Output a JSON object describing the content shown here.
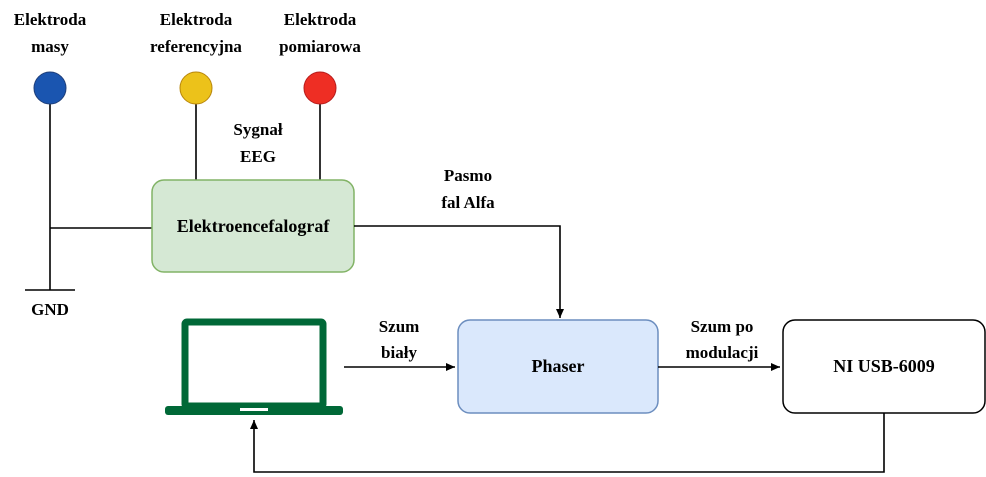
{
  "colors": {
    "ground_electrode": "#1a55b0",
    "reference_electrode": "#ecc21a",
    "measuring_electrode": "#ee2e24",
    "eeg_box_fill": "#d5e8d4",
    "eeg_box_stroke": "#82b366",
    "phaser_box_fill": "#dae8fc",
    "phaser_box_stroke": "#6c8ebf",
    "ni_box_fill": "#ffffff",
    "ni_box_stroke": "#000000",
    "laptop": "#006837",
    "line": "#000000"
  },
  "electrodes": {
    "ground": {
      "line1": "Elektroda",
      "line2": "masy"
    },
    "reference": {
      "line1": "Elektroda",
      "line2": "referencyjna"
    },
    "measuring": {
      "line1": "Elektroda",
      "line2": "pomiarowa"
    }
  },
  "signal_label": {
    "line1": "Sygnał",
    "line2": "EEG"
  },
  "eeg_device": {
    "label": "Elektroencefalograf"
  },
  "ground_symbol": {
    "label": "GND"
  },
  "alpha_band": {
    "line1": "Pasmo",
    "line2": "fal Alfa"
  },
  "white_noise": {
    "line1": "Szum",
    "line2": "biały"
  },
  "phaser": {
    "label": "Phaser"
  },
  "modulated_noise": {
    "line1": "Szum po",
    "line2": "modulacji"
  },
  "daq": {
    "label": "NI USB-6009"
  },
  "laptop": {
    "icon": "laptop-icon"
  }
}
